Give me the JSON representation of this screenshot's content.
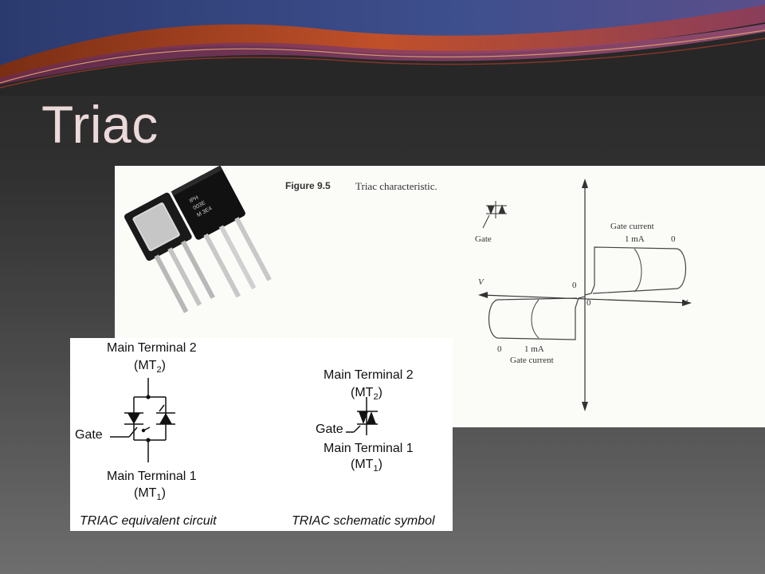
{
  "slide": {
    "title": "Triac"
  },
  "characteristic": {
    "figure_label": "Figure 9.5",
    "figure_caption": "Triac characteristic.",
    "gate_label": "Gate",
    "gate_current_top": "Gate current",
    "one_ma_top": "1 mA",
    "zero_top": "0",
    "v_left": "V",
    "v_right": "V",
    "origin_upper": "0",
    "origin_lower": "0",
    "zero_bottom": "0",
    "one_ma_bottom": "1 mA",
    "gate_current_bottom": "Gate current"
  },
  "equivalent": {
    "mt2_label": "Main Terminal 2",
    "mt2_abbr": "(MT",
    "mt2_sub": "2",
    "close": ")",
    "gate_label": "Gate",
    "mt1_label": "Main Terminal 1",
    "mt1_abbr": "(MT",
    "mt1_sub": "1",
    "caption": "TRIAC equivalent circuit"
  },
  "schematic": {
    "mt2_label": "Main Terminal 2",
    "mt2_abbr": "(MT",
    "mt2_sub": "2",
    "close": ")",
    "gate_label": "Gate",
    "mt1_label": "Main Terminal 1",
    "mt1_abbr": "(MT",
    "mt1_sub": "1",
    "caption": "TRIAC schematic symbol"
  }
}
